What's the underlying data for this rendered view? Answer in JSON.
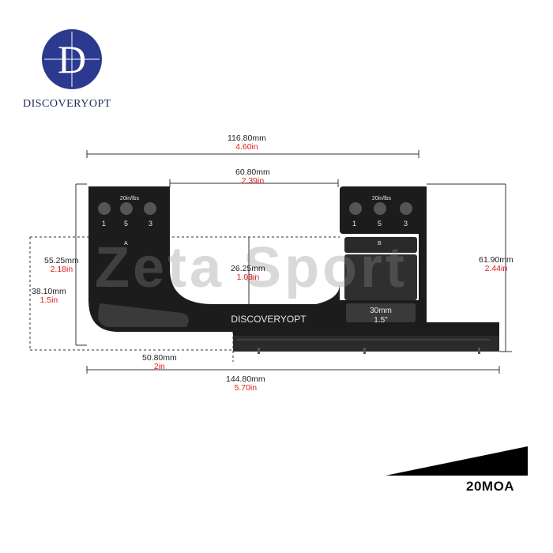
{
  "brand": {
    "logo_letter": "D",
    "name": "DISCOVERYOPT",
    "logo_color": "#2b3a8f"
  },
  "watermark": {
    "text": "Zeta Sport"
  },
  "dimensions": {
    "total_height": {
      "mm": "61.90mm",
      "in": "2.44in"
    },
    "ring_spacing_outer": {
      "mm": "116.80mm",
      "in": "4.60in"
    },
    "ring_spacing_inner": {
      "mm": "60.80mm",
      "in": "2.39in"
    },
    "ring_center_height": {
      "mm": "55.25mm",
      "in": "2.18in"
    },
    "base_to_ring_bottom": {
      "mm": "38.10mm",
      "in": "1.5in"
    },
    "clearance_height": {
      "mm": "26.25mm",
      "in": "1.03in"
    },
    "offset_length": {
      "mm": "50.80mm",
      "in": "2in"
    },
    "overall_length": {
      "mm": "144.80mm",
      "in": "5.70in"
    }
  },
  "engraving": {
    "brand": "DISCOVERYOPT",
    "ring_size": "30mm",
    "ring_size_in": "1.5\"",
    "torque_label": "20in/lbs",
    "screw_numbers": [
      "1",
      "5",
      "3"
    ],
    "ring_marks": [
      "A",
      "B"
    ]
  },
  "incline": {
    "label": "20MOA"
  },
  "colors": {
    "mm_text": "#222222",
    "in_text": "#d92020",
    "mount": "#1c1c1c"
  }
}
